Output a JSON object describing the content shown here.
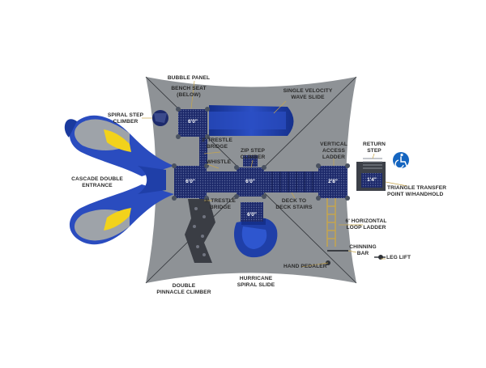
{
  "labels": {
    "bubble_panel": "BUBBLE PANEL",
    "bench_seat_1": "BENCH SEAT",
    "bench_seat_2": "(BELOW)",
    "spiral_step_1": "SPIRAL STEP",
    "spiral_step_2": "CLIMBER",
    "single_velocity_1": "SINGLE VELOCITY",
    "single_velocity_2": "WAVE SLIDE",
    "trestle_top_1": "3' TRESTLE",
    "trestle_top_2": "BRIDGE",
    "zip_step_1": "ZIP STEP",
    "zip_step_2": "CLIMBER",
    "vertical_access_1": "VERTICAL",
    "vertical_access_2": "ACCESS",
    "vertical_access_3": "LADDER",
    "return_step_1": "RETURN",
    "return_step_2": "STEP",
    "cascade_1": "CASCADE DOUBLE",
    "cascade_2": "ENTRANCE",
    "whistle": "WHISTLE",
    "triangle_1": "TRIANGLE TRANSFER",
    "triangle_2": "POINT W/HANDHOLD",
    "trestle_bot_1": "3' TRESTLE",
    "trestle_bot_2": "BRIDGE",
    "deck_stairs_1": "DECK TO",
    "deck_stairs_2": "DECK STAIRS",
    "loop_ladder_1": "6' HORIZONTAL",
    "loop_ladder_2": "LOOP LADDER",
    "chinning_1": "CHINNING",
    "chinning_2": "BAR",
    "leg_lift": "LEG LIFT",
    "hand_pedaler": "HAND PEDALER",
    "double_pinnacle_1": "DOUBLE",
    "double_pinnacle_2": "PINNACLE CLIMBER",
    "hurricane_1": "HURRICANE",
    "hurricane_2": "SPIRAL SLIDE"
  },
  "dimensions": {
    "deck_top": "6'0\"",
    "deck_left": "6'0\"",
    "deck_center": "6'0\"",
    "deck_bottom": "6'0\"",
    "deck_right": "2'8\"",
    "deck_transfer": "1'4\""
  },
  "icons": {
    "accessibility": "wheelchair-icon"
  },
  "colors": {
    "shade": "#8e9296",
    "deck": "#1d2a6b",
    "slide_blue": "#1f3fa8",
    "slide_yellow": "#f2d21b",
    "slide_gray": "#a0a4a8",
    "post": "#4a5260",
    "accent": "#1565c0"
  }
}
